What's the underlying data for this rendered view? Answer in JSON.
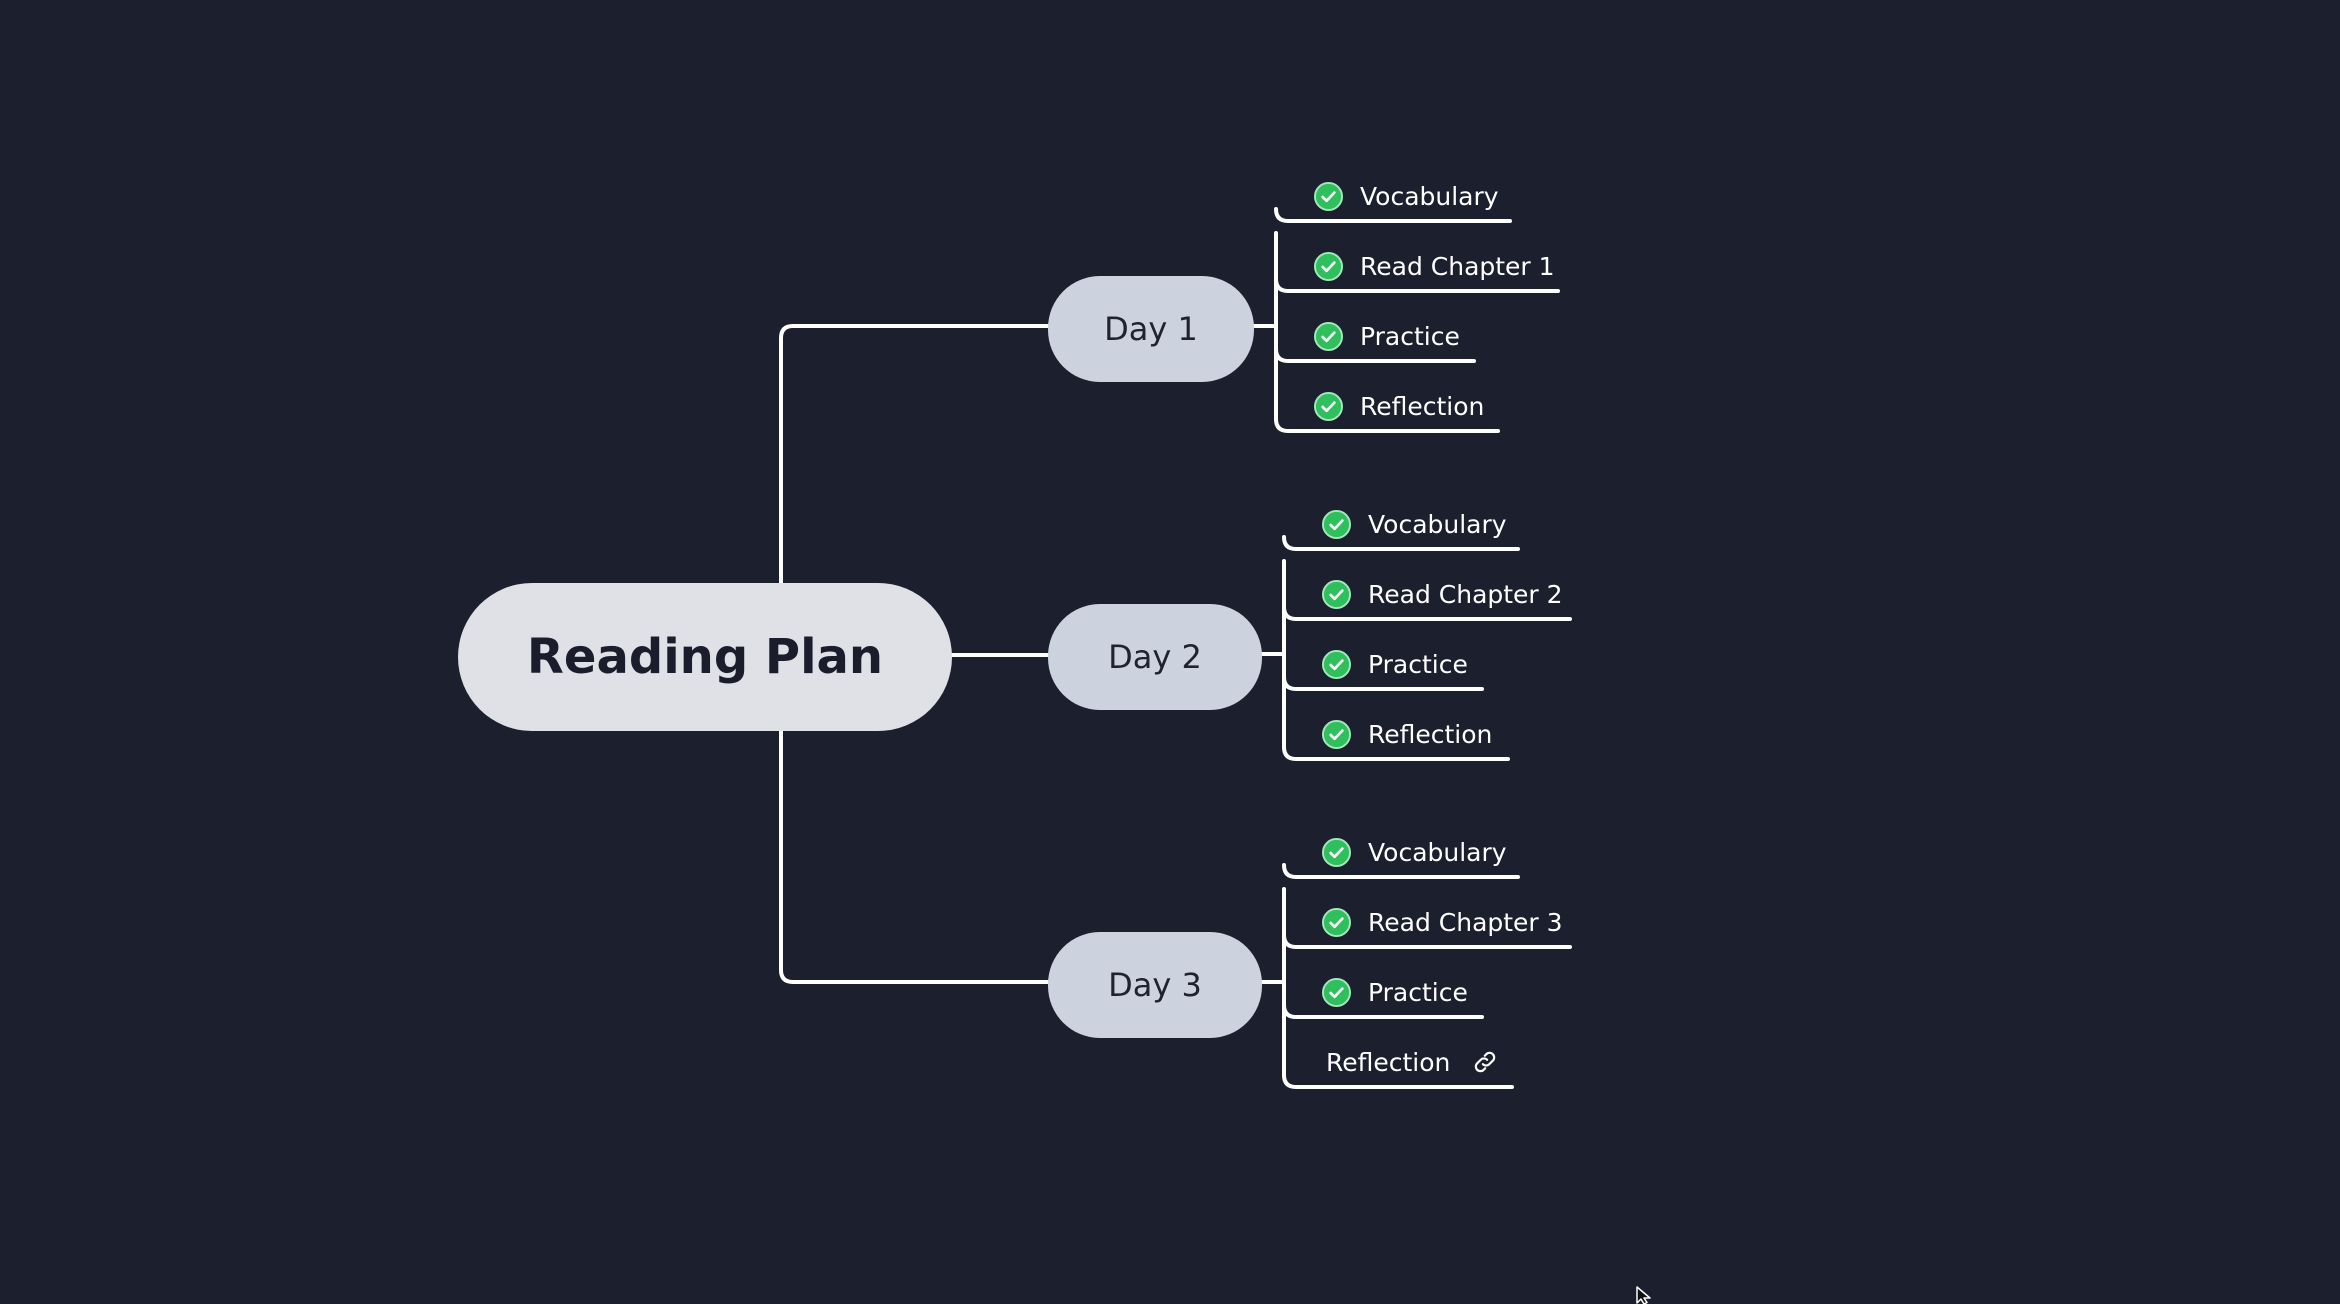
{
  "central_topic": "Reading Plan",
  "colors": {
    "background": "#1c1f2e",
    "central_fill": "#dfe1e6",
    "day_fill": "#ccd3df",
    "line": "#ffffff",
    "check": "#2fbf5d"
  },
  "days": [
    {
      "label": "Day 1",
      "tasks": [
        {
          "label": "Vocabulary",
          "done": true,
          "icon": "check-circle-icon"
        },
        {
          "label": "Read Chapter 1",
          "done": true,
          "icon": "check-circle-icon"
        },
        {
          "label": "Practice",
          "done": true,
          "icon": "check-circle-icon"
        },
        {
          "label": "Reflection",
          "done": true,
          "icon": "check-circle-icon"
        }
      ]
    },
    {
      "label": "Day 2",
      "tasks": [
        {
          "label": "Vocabulary",
          "done": true,
          "icon": "check-circle-icon"
        },
        {
          "label": "Read Chapter 2",
          "done": true,
          "icon": "check-circle-icon"
        },
        {
          "label": "Practice",
          "done": true,
          "icon": "check-circle-icon"
        },
        {
          "label": "Reflection",
          "done": true,
          "icon": "check-circle-icon"
        }
      ]
    },
    {
      "label": "Day 3",
      "tasks": [
        {
          "label": "Vocabulary",
          "done": true,
          "icon": "check-circle-icon"
        },
        {
          "label": "Read Chapter 3",
          "done": true,
          "icon": "check-circle-icon"
        },
        {
          "label": "Practice",
          "done": true,
          "icon": "check-circle-icon"
        },
        {
          "label": "Reflection",
          "done": false,
          "icon": "link-icon"
        }
      ]
    }
  ]
}
